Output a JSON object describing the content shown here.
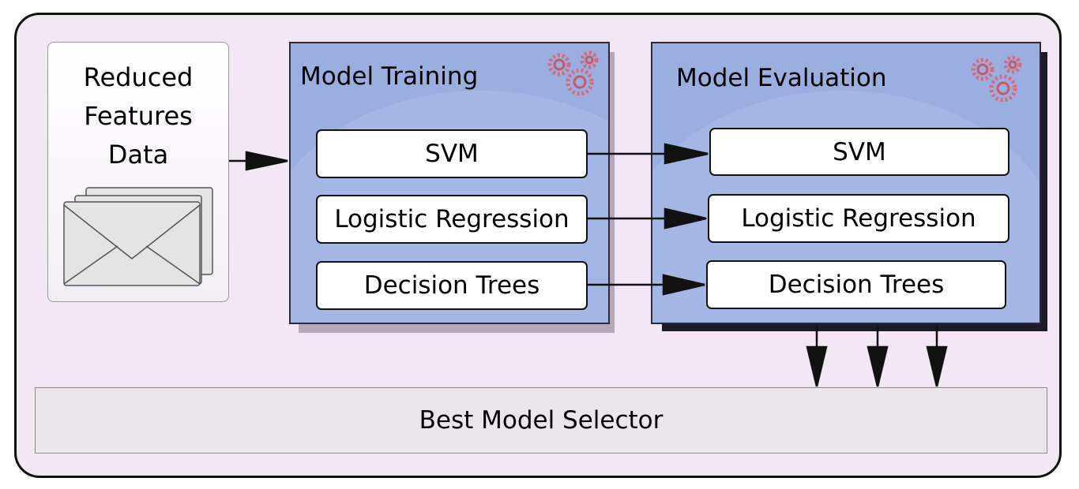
{
  "input": {
    "label": "Reduced\nFeatures\nData",
    "icon": "envelope-stack-icon"
  },
  "training": {
    "title": "Model Training",
    "icon": "gears-icon",
    "models": [
      "SVM",
      "Logistic Regression",
      "Decision Trees"
    ]
  },
  "evaluation": {
    "title": "Model Evaluation",
    "icon": "gears-icon",
    "models": [
      "SVM",
      "Logistic Regression",
      "Decision Trees"
    ]
  },
  "selector": {
    "label": "Best Model Selector"
  },
  "colors": {
    "background": "#f3e6f5",
    "panel": "#9aaee0",
    "gear": "#d9687a",
    "arrow": "#111111"
  }
}
